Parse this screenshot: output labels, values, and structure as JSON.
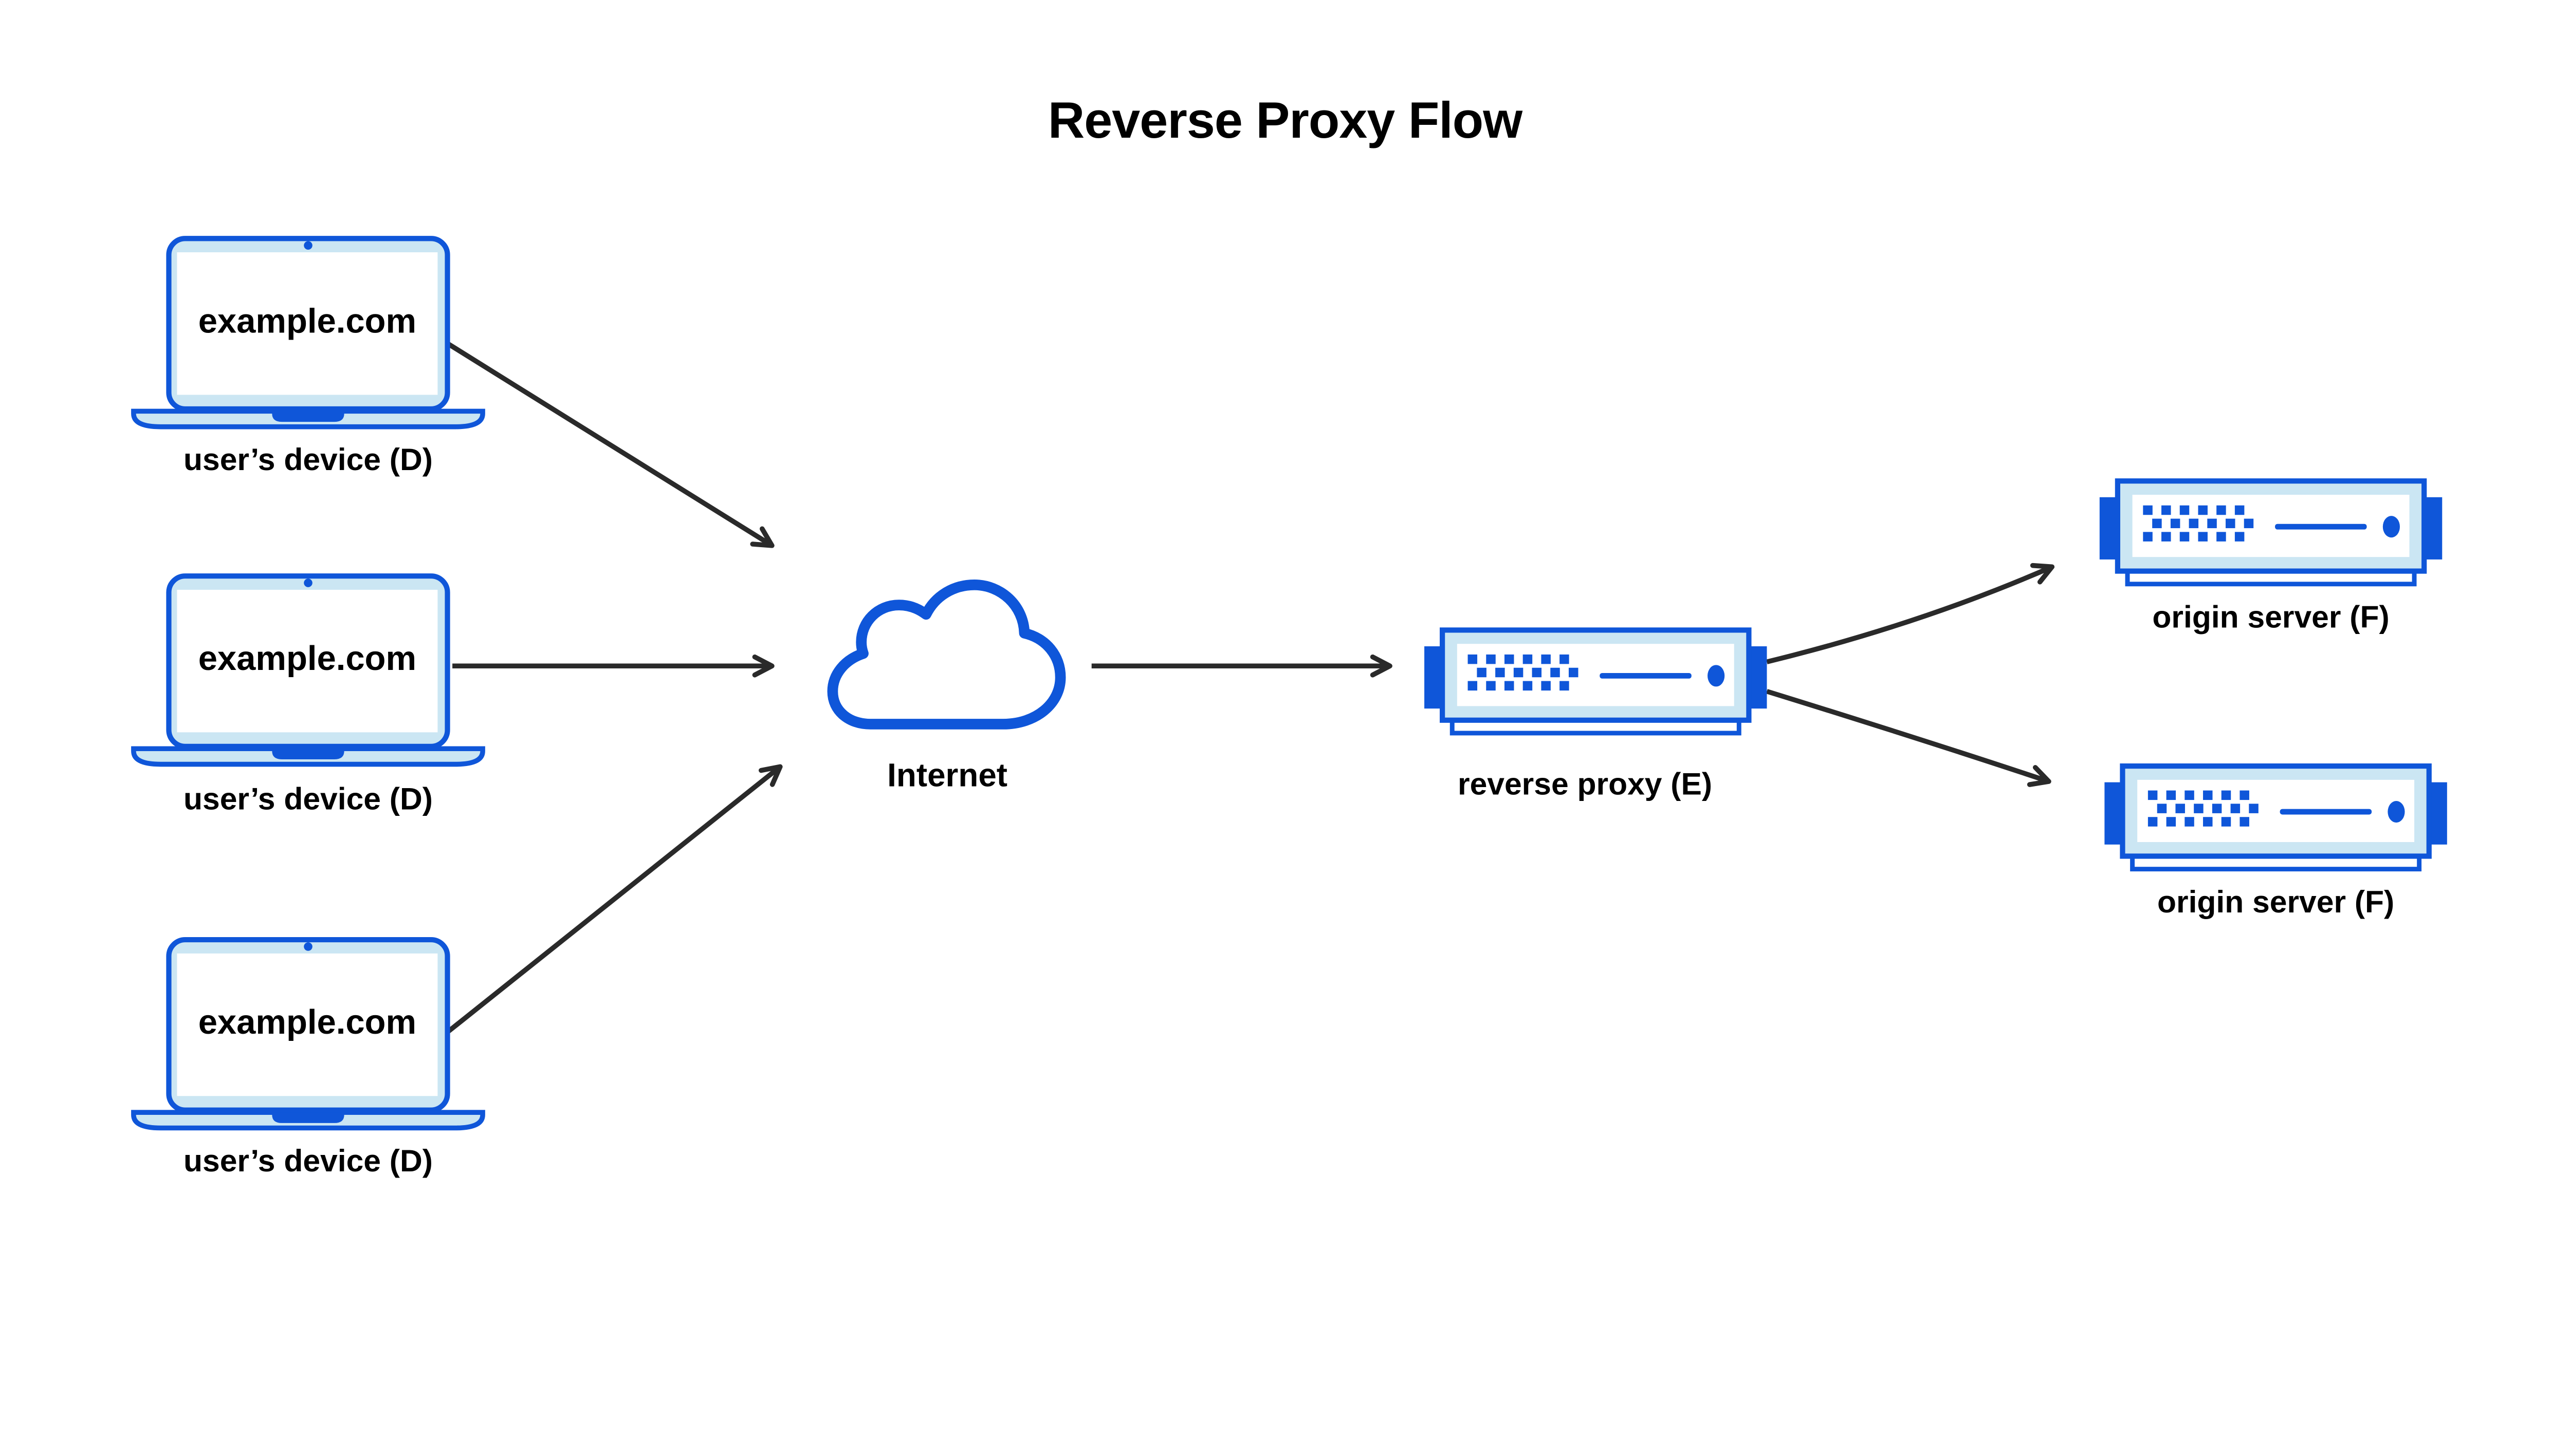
{
  "title": "Reverse Proxy Flow",
  "colors": {
    "blue": "#0F56D9",
    "light_blue": "#CBE6F3",
    "arrow": "#2A2A2A",
    "text": "#000000",
    "bg": "#FFFFFF"
  },
  "devices": [
    {
      "screen_text": "example.com",
      "caption": "user’s device (D)"
    },
    {
      "screen_text": "example.com",
      "caption": "user’s device (D)"
    },
    {
      "screen_text": "example.com",
      "caption": "user’s device (D)"
    }
  ],
  "internet": {
    "label": "Internet"
  },
  "proxy": {
    "label": "reverse proxy (E)"
  },
  "origins": [
    {
      "label": "origin server (F)"
    },
    {
      "label": "origin server (F)"
    }
  ],
  "edges": [
    {
      "from": "user’s device (D) 1",
      "to": "Internet"
    },
    {
      "from": "user’s device (D) 2",
      "to": "Internet"
    },
    {
      "from": "user’s device (D) 3",
      "to": "Internet"
    },
    {
      "from": "Internet",
      "to": "reverse proxy (E)"
    },
    {
      "from": "reverse proxy (E)",
      "to": "origin server (F) 1"
    },
    {
      "from": "reverse proxy (E)",
      "to": "origin server (F) 2"
    }
  ]
}
